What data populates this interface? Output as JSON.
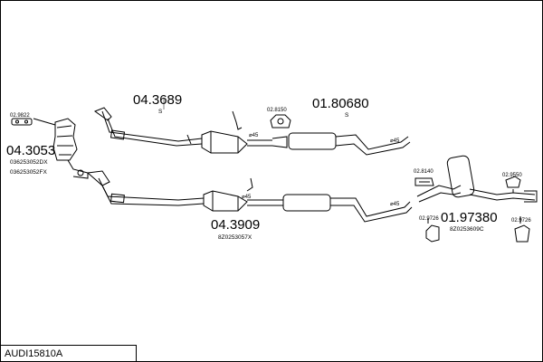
{
  "labels": {
    "manifold": "04.3053",
    "manifold_code1": "036253052DX",
    "manifold_code2": "036253052FX",
    "gasket_top_left": "02.9822",
    "front_pipe_upper": "04.3689",
    "front_pipe_upper_marker": "S",
    "rear_pipe_upper": "01.80680",
    "rear_pipe_upper_marker": "S",
    "clamp_upper": "02.8150",
    "pipe_dia_1": "⌀45",
    "pipe_dia_2": "⌀45",
    "pipe_dia_3": "⌀45",
    "pipe_dia_4": "⌀45",
    "front_pipe_lower": "04.3909",
    "front_pipe_lower_code": "8Z0253057X",
    "rear_silencer": "01.97380",
    "rear_silencer_code": "8Z0253609C",
    "clamp_rear": "02.8140",
    "rubber_left": "02.9726",
    "rubber_right1": "02.9550",
    "rubber_right2": "02.9726"
  },
  "reference": "AUDI15810A",
  "colors": {
    "line": "#000000",
    "background": "#ffffff"
  }
}
